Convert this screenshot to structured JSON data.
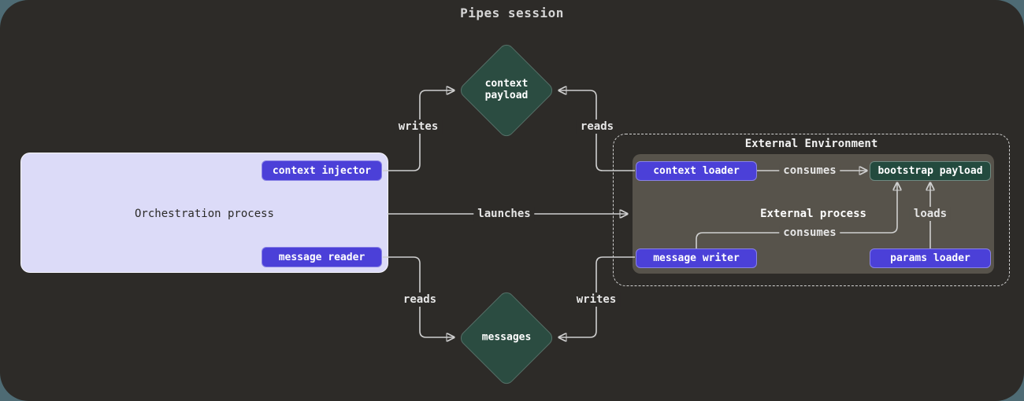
{
  "title": "Pipes session",
  "colors": {
    "page_bg": "#4e6b74",
    "canvas_bg": "#2d2b28",
    "node_purple": "#4b40d8",
    "node_teal": "#2b4c41",
    "node_teal_dark": "#234a3e",
    "node_lavender": "#dcdbf8",
    "process_gray": "#57534b",
    "line": "#cfcfcf",
    "text_light": "#e6e6e6",
    "text_dark": "#2b2a28"
  },
  "nodes": {
    "orchestration_process": "Orchestration process",
    "context_injector": "context injector",
    "message_reader": "message reader",
    "external_environment": "External Environment",
    "external_process": "External process",
    "context_loader": "context loader",
    "bootstrap_payload": "bootstrap payload",
    "message_writer": "message writer",
    "params_loader": "params loader",
    "context_payload": "context payload",
    "messages": "messages"
  },
  "edges": {
    "writes_top": "writes",
    "reads_top": "reads",
    "launches": "launches",
    "reads_bottom": "reads",
    "writes_bottom": "writes",
    "consumes_top": "consumes",
    "consumes_bottom": "consumes",
    "loads": "loads"
  }
}
